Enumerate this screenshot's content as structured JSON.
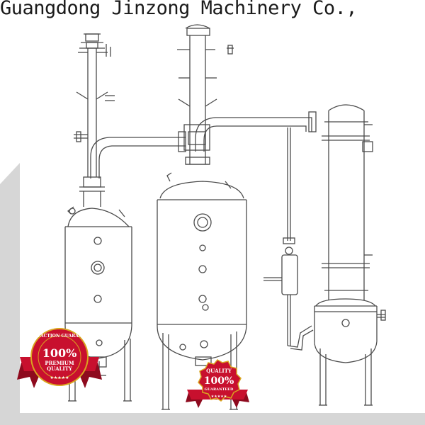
{
  "watermark": {
    "text": "Guangdong Jinzong Machinery Co.,"
  },
  "badges": {
    "left": {
      "arc_text": "SATISFACTION GUARANTEED",
      "big_text": "100%",
      "line1": "PREMIUM",
      "line2": "QUALITY",
      "stars": "★★★★★"
    },
    "right": {
      "line_top": "QUALITY",
      "big_text": "100%",
      "line_bottom": "GUARANTEED",
      "stars": "★★★★★"
    }
  },
  "colors": {
    "background": "#ffffff",
    "frame_gray": "#d6d6d6",
    "line": "#4a4a4a",
    "badge_red": "#c8102e",
    "badge_dark_red": "#8e0a1e",
    "badge_gold": "#d9a520"
  }
}
